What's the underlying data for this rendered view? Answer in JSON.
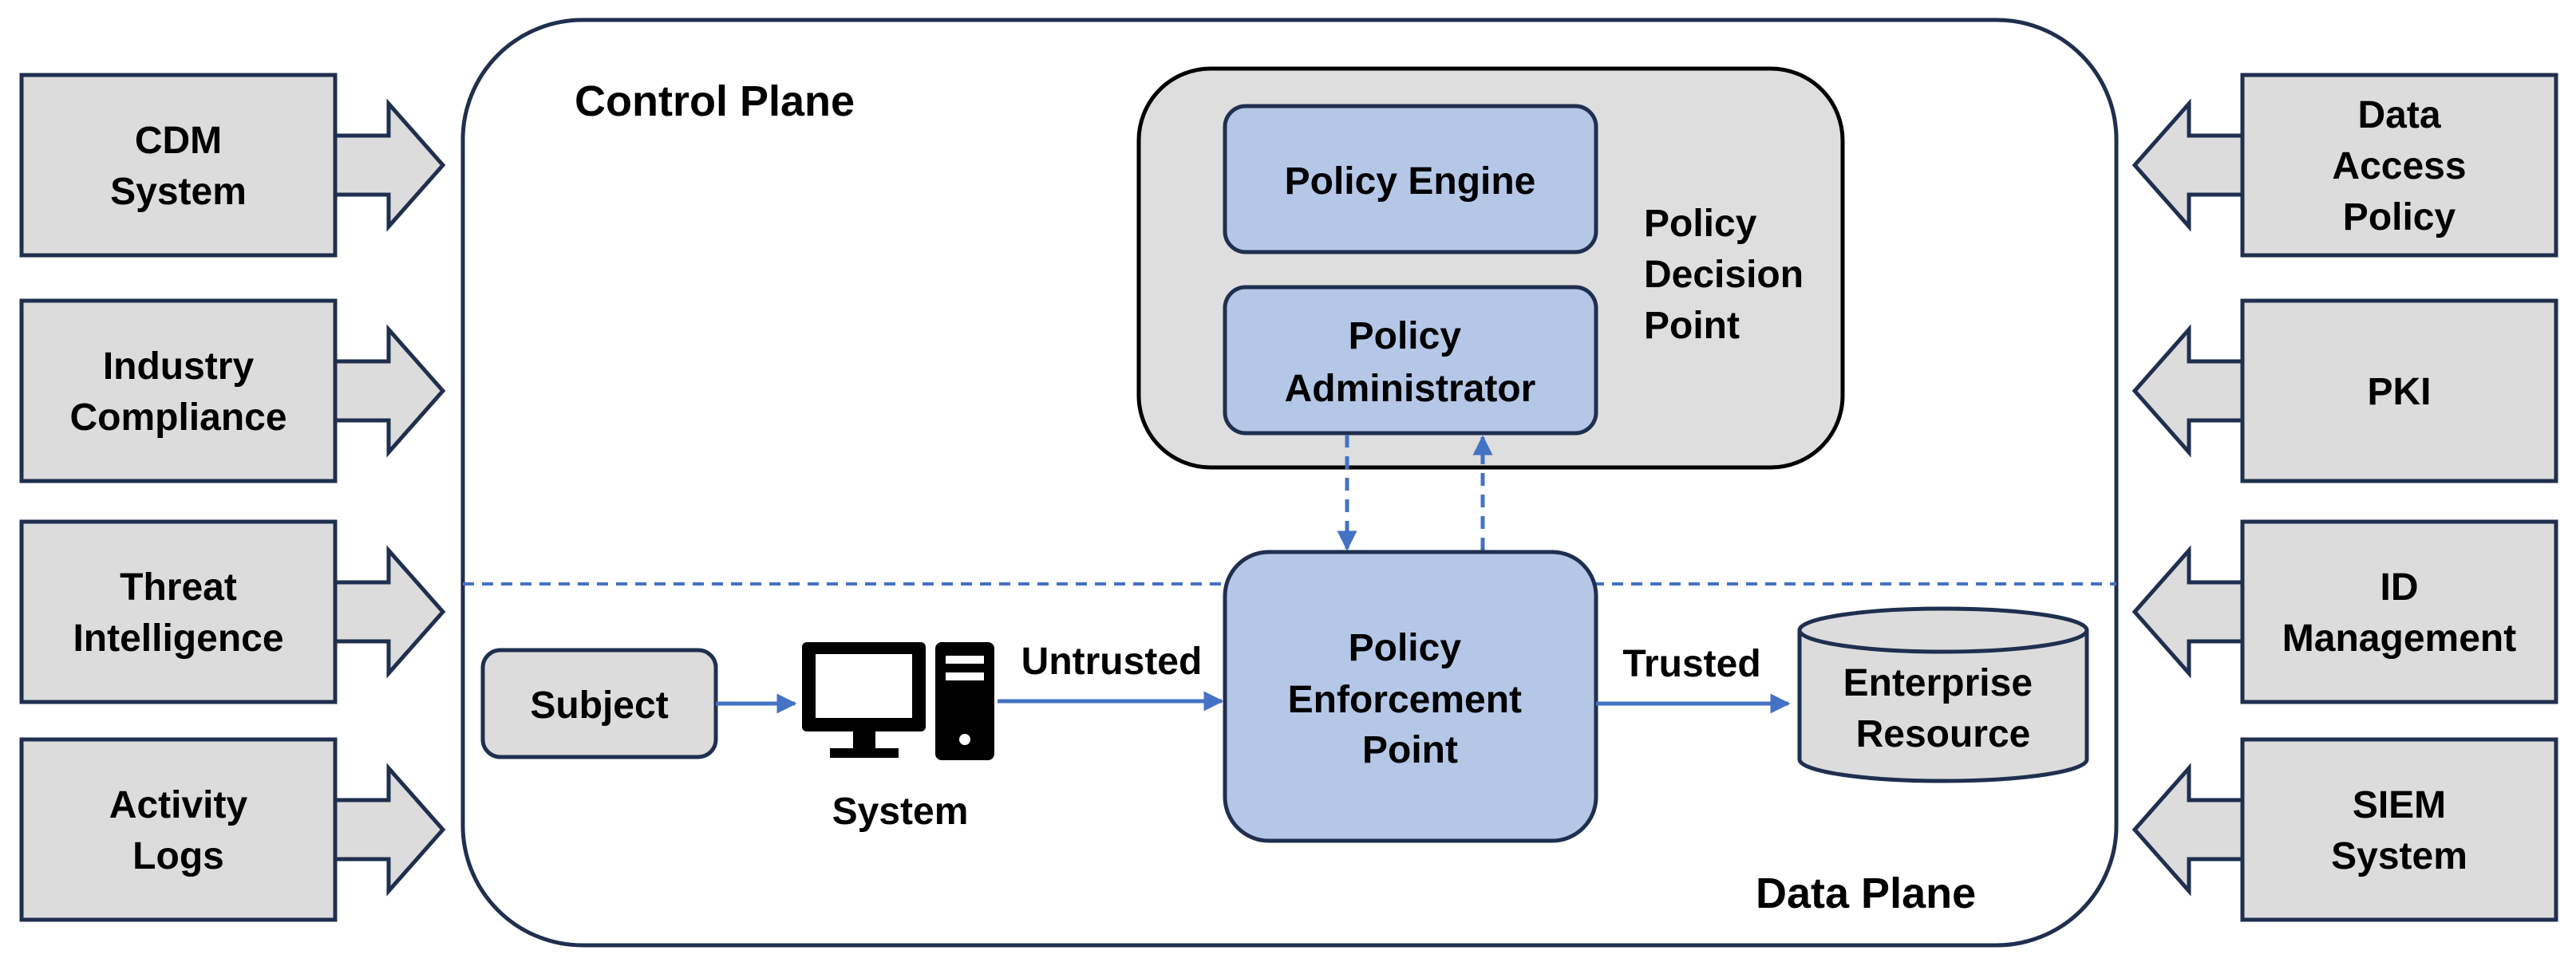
{
  "colors": {
    "outline": "#1f2f4f",
    "side_box_fill": "#dcdcdc",
    "pdp_fill": "#dedede",
    "component_fill": "#b4c7e7",
    "arrow_blue": "#4472c4",
    "icon": "#000000"
  },
  "planes": {
    "control": "Control Plane",
    "data": "Data Plane"
  },
  "left_inputs": [
    {
      "lines": [
        "CDM",
        "System"
      ]
    },
    {
      "lines": [
        "Industry",
        "Compliance"
      ]
    },
    {
      "lines": [
        "Threat",
        "Intelligence"
      ]
    },
    {
      "lines": [
        "Activity",
        "Logs"
      ]
    }
  ],
  "right_inputs": [
    {
      "lines": [
        "Data",
        "Access",
        "Policy"
      ]
    },
    {
      "lines": [
        "PKI"
      ]
    },
    {
      "lines": [
        "ID",
        "Management"
      ]
    },
    {
      "lines": [
        "SIEM",
        "System"
      ]
    }
  ],
  "policy_decision_point": {
    "lines": [
      "Policy",
      "Decision",
      "Point"
    ],
    "engine": "Policy Engine",
    "administrator": [
      "Policy",
      "Administrator"
    ]
  },
  "pep": {
    "lines": [
      "Policy",
      "Enforcement",
      "Point"
    ]
  },
  "subject": "Subject",
  "system": {
    "label": "System",
    "icon": "computer-icon"
  },
  "untrusted": "Untrusted",
  "trusted": "Trusted",
  "resource": {
    "lines": [
      "Enterprise",
      "Resource"
    ],
    "icon": "database-icon"
  }
}
